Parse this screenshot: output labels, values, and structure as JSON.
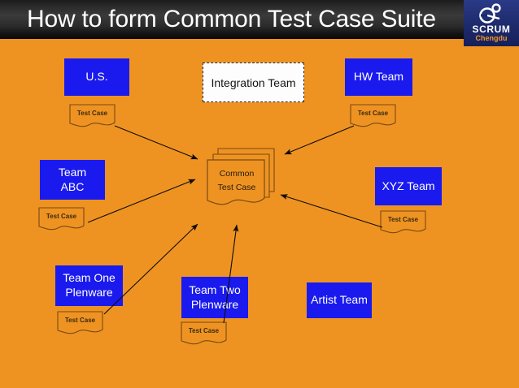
{
  "slide": {
    "title": "How to form Common Test Case Suite",
    "background_color": "#ee9322",
    "header_color": "#1b1b1b"
  },
  "logo": {
    "name": "SCRUM",
    "sub": "Chengdu",
    "icon": "scrum-spiral-icon",
    "bg_color": "#1d2a6b",
    "sub_color": "#f0952a"
  },
  "boxes": [
    {
      "id": "us",
      "label_lines": [
        "U.S."
      ],
      "color": "#1a1aee",
      "text_color": "#ffffff",
      "font_size": "14px"
    },
    {
      "id": "integration",
      "label_lines": [
        "Integration Team"
      ],
      "color": "#fdfdfd",
      "text_color": "#141414",
      "font_size": "14px"
    },
    {
      "id": "hw",
      "label_lines": [
        "HW Team"
      ],
      "color": "#1a1aee",
      "text_color": "#ffffff",
      "font_size": "14px"
    },
    {
      "id": "team-abc",
      "label_lines": [
        "Team",
        "ABC"
      ],
      "color": "#1a1aee",
      "text_color": "#ffffff",
      "font_size": "14px"
    },
    {
      "id": "xyz",
      "label_lines": [
        "XYZ Team"
      ],
      "color": "#1a1aee",
      "text_color": "#ffffff",
      "font_size": "14px"
    },
    {
      "id": "team-one",
      "label_lines": [
        "Team One",
        "Plenware"
      ],
      "color": "#1a1aee",
      "text_color": "#ffffff",
      "font_size": "14px"
    },
    {
      "id": "team-two",
      "label_lines": [
        "Team Two",
        "Plenware"
      ],
      "color": "#1a1aee",
      "text_color": "#ffffff",
      "font_size": "14px"
    },
    {
      "id": "artist",
      "label_lines": [
        "Artist Team"
      ],
      "color": "#1a1aee",
      "text_color": "#ffffff",
      "font_size": "14px"
    }
  ],
  "labels": {
    "us": "U.S.",
    "integration": "Integration Team",
    "hw": "HW Team",
    "team_abc_1": "Team",
    "team_abc_2": "ABC",
    "xyz": "XYZ Team",
    "team_one_1": "Team One",
    "team_one_2": "Plenware",
    "team_two_1": "Team Two",
    "team_two_2": "Plenware",
    "artist": "Artist Team",
    "test_case": "Test Case",
    "common_1": "Common",
    "common_2": "Test Case"
  },
  "documents": [
    {
      "id": "doc-us",
      "label": "Test Case",
      "owner": "U.S."
    },
    {
      "id": "doc-hw",
      "label": "Test Case",
      "owner": "HW Team"
    },
    {
      "id": "doc-team-abc",
      "label": "Test Case",
      "owner": "Team ABC"
    },
    {
      "id": "doc-xyz",
      "label": "Test Case",
      "owner": "XYZ Team"
    },
    {
      "id": "doc-team-one",
      "label": "Test Case",
      "owner": "Team One Plenware"
    },
    {
      "id": "doc-team-two",
      "label": "Test Case",
      "owner": "Team Two Plenware"
    }
  ],
  "common_stack": {
    "label_line1": "Common",
    "label_line2": "Test Case",
    "sheets": 3,
    "outline_color": "#7a4a13"
  },
  "arrows": [
    {
      "from": "doc-us",
      "to": "common-test-case"
    },
    {
      "from": "doc-team-abc",
      "to": "common-test-case"
    },
    {
      "from": "doc-hw",
      "to": "common-test-case"
    },
    {
      "from": "doc-xyz",
      "to": "common-test-case"
    },
    {
      "from": "doc-team-one",
      "to": "common-test-case"
    },
    {
      "from": "doc-team-two",
      "to": "common-test-case"
    }
  ]
}
